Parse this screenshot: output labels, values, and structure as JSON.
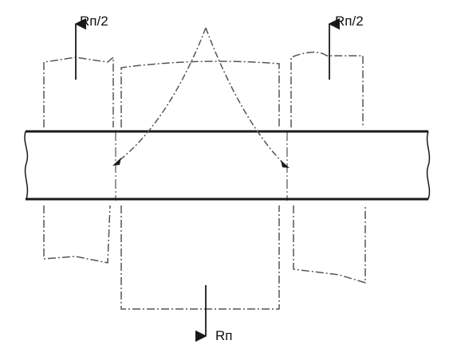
{
  "labels": {
    "top_left_force": "Rп/2",
    "top_right_force": "Rп/2",
    "bottom_force": "Rп"
  },
  "colors": {
    "ink": "#1a1a1a",
    "dashed": "#555555",
    "background": "#ffffff"
  }
}
